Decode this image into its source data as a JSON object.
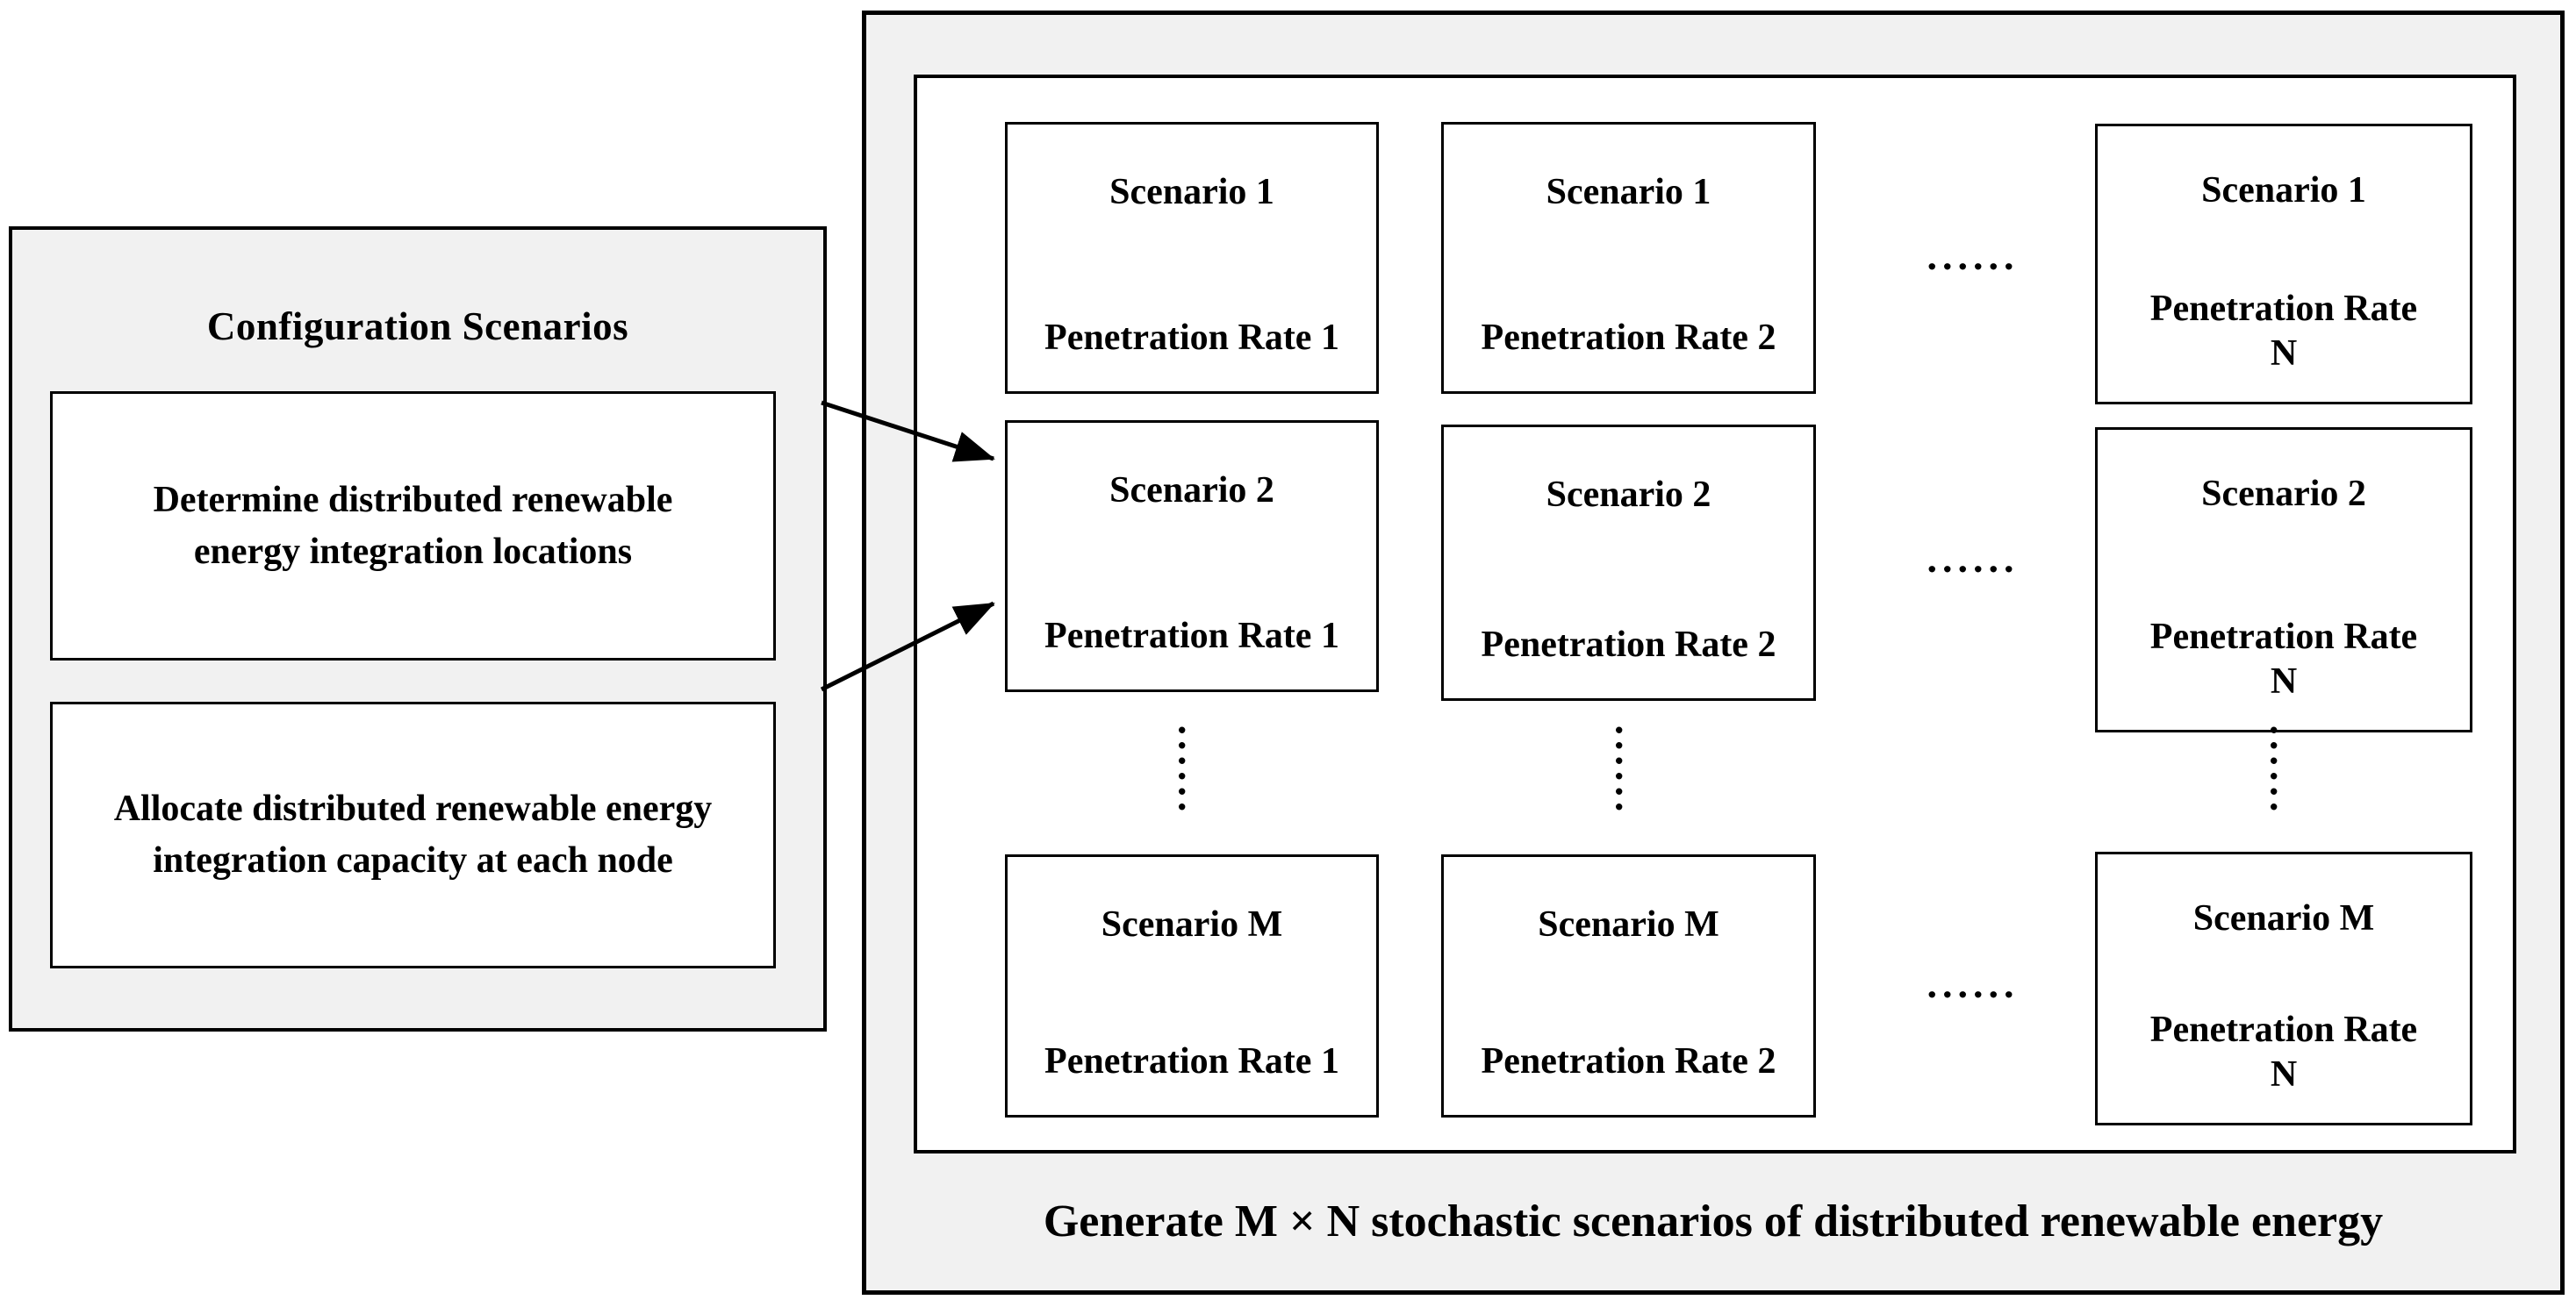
{
  "diagram": {
    "colors": {
      "panel_bg": "#f1f1f1",
      "box_bg": "#ffffff",
      "line": "#000000"
    },
    "left_panel": {
      "title": "Configuration Scenarios",
      "boxes": [
        {
          "lines": [
            "Determine distributed renewable",
            "energy integration locations"
          ]
        },
        {
          "lines": [
            "Allocate distributed renewable energy",
            "integration capacity at each node"
          ]
        }
      ]
    },
    "right_panel": {
      "caption": "Generate M × N stochastic scenarios of distributed renewable energy",
      "horizontal_ellipsis": "......",
      "vertical_ellipsis": "......",
      "rows": [
        {
          "cells": [
            {
              "scenario": "Scenario 1",
              "rate": "Penetration Rate 1"
            },
            {
              "scenario": "Scenario 1",
              "rate": "Penetration Rate 2"
            },
            {
              "scenario": "Scenario 1",
              "rate": "Penetration Rate",
              "rate_line2": "N"
            }
          ]
        },
        {
          "cells": [
            {
              "scenario": "Scenario 2",
              "rate": "Penetration Rate 1"
            },
            {
              "scenario": "Scenario 2",
              "rate": "Penetration Rate 2"
            },
            {
              "scenario": "Scenario 2",
              "rate": "Penetration Rate",
              "rate_line2": "N"
            }
          ]
        },
        {
          "cells": [
            {
              "scenario": "Scenario M",
              "rate": "Penetration Rate 1"
            },
            {
              "scenario": "Scenario M",
              "rate": "Penetration Rate 2"
            },
            {
              "scenario": "Scenario M",
              "rate": "Penetration Rate",
              "rate_line2": "N"
            }
          ]
        }
      ]
    }
  }
}
